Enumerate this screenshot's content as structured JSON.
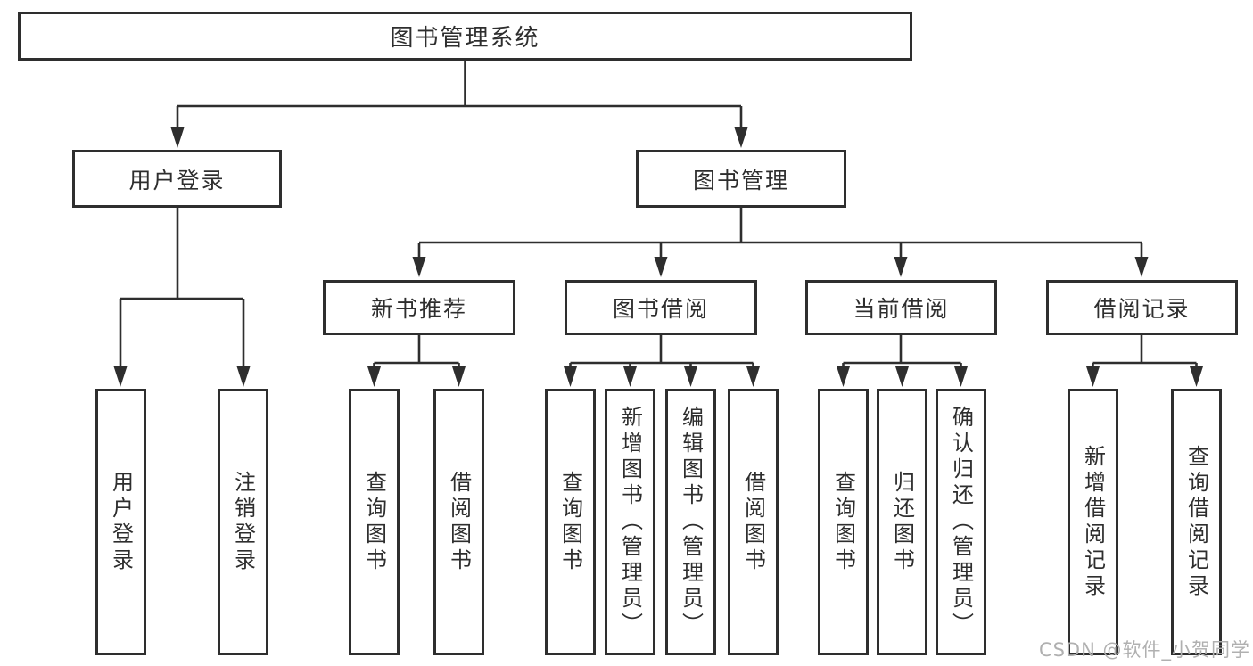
{
  "tree": {
    "root": {
      "label": "图书管理系统",
      "children": [
        {
          "label": "用户登录",
          "children": [
            {
              "label": "用户登录"
            },
            {
              "label": "注销登录"
            }
          ]
        },
        {
          "label": "图书管理",
          "children": [
            {
              "label": "新书推荐",
              "children": [
                {
                  "label": "查询图书"
                },
                {
                  "label": "借阅图书"
                }
              ]
            },
            {
              "label": "图书借阅",
              "children": [
                {
                  "label": "查询图书"
                },
                {
                  "label": "新增图书（管理员）"
                },
                {
                  "label": "编辑图书（管理员）"
                },
                {
                  "label": "借阅图书"
                }
              ]
            },
            {
              "label": "当前借阅",
              "children": [
                {
                  "label": "查询图书"
                },
                {
                  "label": "归还图书"
                },
                {
                  "label": "确认归还（管理员）"
                }
              ]
            },
            {
              "label": "借阅记录",
              "children": [
                {
                  "label": "新增借阅记录"
                },
                {
                  "label": "查询借阅记录"
                }
              ]
            }
          ]
        }
      ]
    }
  },
  "watermark": {
    "text": "CSDN @软件_小贺同学"
  },
  "colors": {
    "line": "#2e2e2e",
    "text": "#2e2e2e",
    "box_background": "#ffffff",
    "watermark": "#b0b0b0",
    "background": "#ffffff"
  }
}
